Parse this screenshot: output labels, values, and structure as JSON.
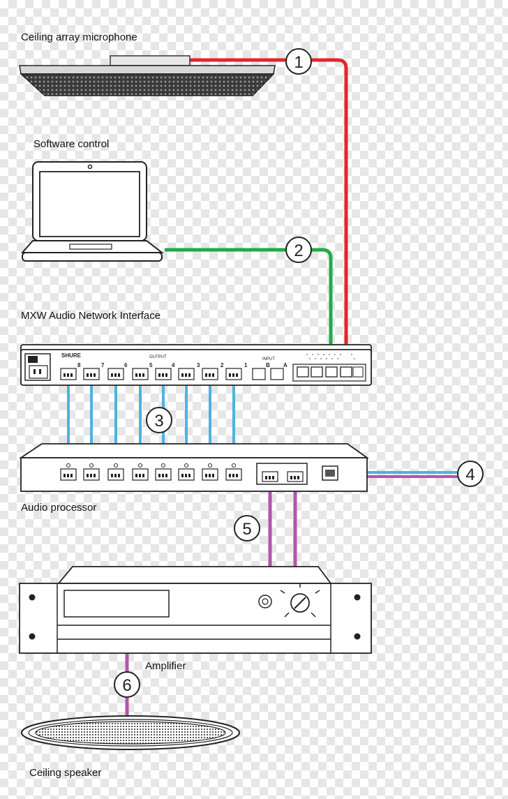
{
  "devices": {
    "ceiling_mic": "Ceiling array microphone",
    "software": "Software control",
    "mxw_ani": "MXW Audio Network Interface",
    "audio_processor": "Audio processor",
    "amplifier": "Amplifier",
    "ceiling_speaker": "Ceiling speaker"
  },
  "connections": [
    "1",
    "2",
    "3",
    "4",
    "5",
    "6"
  ],
  "ani_panel": {
    "brand": "SHURE",
    "output_label": "OUTPUT",
    "input_label": "INPUT",
    "output_channels": [
      "8",
      "7",
      "6",
      "5",
      "4",
      "3",
      "2",
      "1"
    ],
    "input_channels": [
      "B",
      "A"
    ]
  },
  "colors": {
    "mic_cable": "#e1262c",
    "control_cable": "#22a94a",
    "audio_cable": "#4fb2e0",
    "speaker_cable": "#b256a8"
  }
}
